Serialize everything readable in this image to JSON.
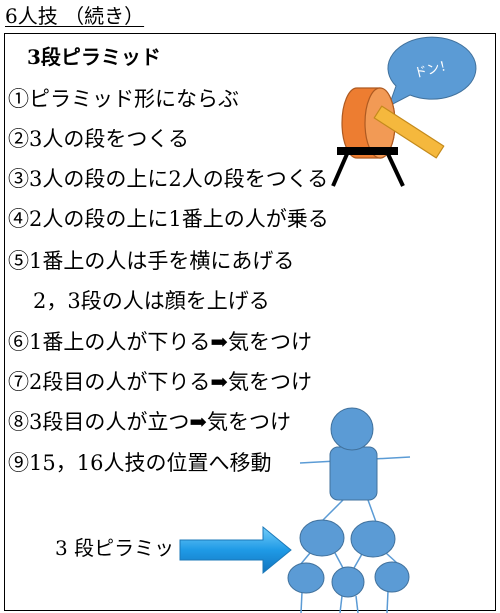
{
  "title": "6人技 （続き）",
  "section": {
    "heading": "3段ピラミッド",
    "steps": [
      "①ピラミッド形にならぶ",
      "②3人の段をつくる",
      "③3人の段の上に2人の段をつくる",
      "④2人の段の上に1番上の人が乗る",
      "⑤1番上の人は手を横にあげる",
      "2，3段の人は顔を上げる",
      "⑥1番上の人が下りる➡気をつけ",
      "⑦2段目の人が下りる➡気をつけ",
      "⑧3段目の人が立つ➡気をつけ",
      "⑨15，16人技の位置へ移動"
    ]
  },
  "drum": {
    "sound_text": "ドン！"
  },
  "diagram": {
    "caption": "3 段ピラミッド"
  },
  "colors": {
    "figure_blue": "#5b9bd5",
    "bubble_blue": "#5b9bd5",
    "drum_orange": "#ed7d31",
    "stick_yellow": "#f5b83d",
    "arrow_blue": "#1f9ae6"
  }
}
